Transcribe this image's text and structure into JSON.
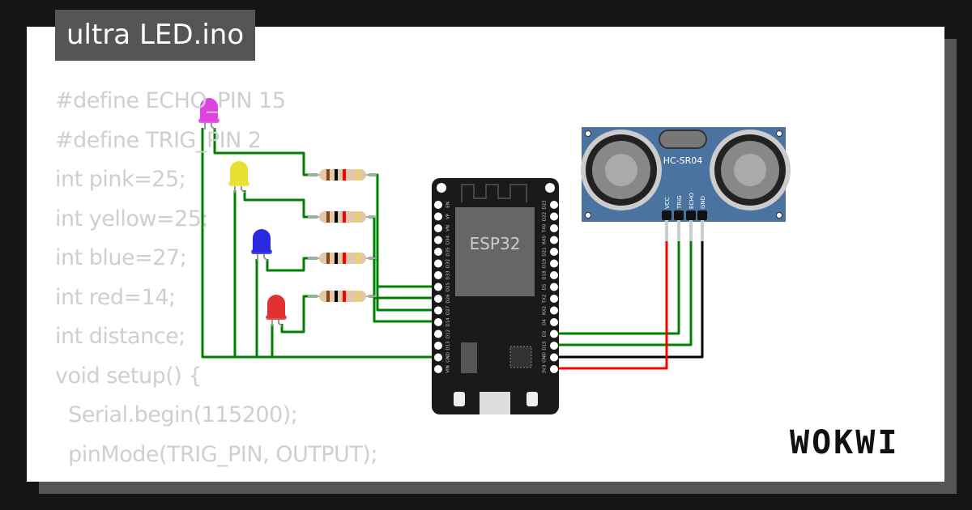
{
  "title": "ultra LED.ino",
  "code_lines": [
    "#define ECHO_PIN 15",
    "#define TRIG_PIN 2",
    "int pink=25;",
    "int yellow=25;",
    "int blue=27;",
    "int red=14;",
    "int distance;",
    "",
    "void setup() {",
    "  Serial.begin(115200);",
    "  pinMode(TRIG_PIN, OUTPUT);"
  ],
  "esp32": {
    "label": "ESP32",
    "left_pins": [
      "EN",
      "VP",
      "VN",
      "D34",
      "D35",
      "D32",
      "D33",
      "D25",
      "D26",
      "D27",
      "D14",
      "D12",
      "D13",
      "GND",
      "VIN"
    ],
    "right_pins": [
      "D23",
      "D22",
      "TX0",
      "RX0",
      "D21",
      "D19",
      "D18",
      "D5",
      "TX2",
      "RX2",
      "D4",
      "D2",
      "D15",
      "GND",
      "3V3"
    ]
  },
  "sensor": {
    "label": "HC-SR04",
    "pins": [
      "VCC",
      "TRIG",
      "ECHO",
      "GND"
    ]
  },
  "leds": [
    {
      "name": "pink",
      "color": "#e040e0"
    },
    {
      "name": "yellow",
      "color": "#e8e030"
    },
    {
      "name": "blue",
      "color": "#2a2ae0"
    },
    {
      "name": "red",
      "color": "#e03030"
    }
  ],
  "wire_colors": {
    "signal": "#008000",
    "power": "#ff0000",
    "ground": "#000000"
  },
  "logo": "WOKWI"
}
